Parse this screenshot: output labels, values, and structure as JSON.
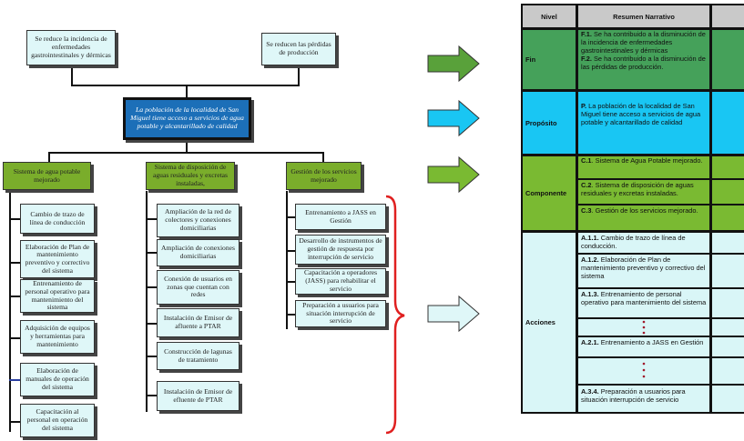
{
  "tree": {
    "ends": [
      "Se reduce la incidencia de enfermedades gastrointestinales y dérmicas",
      "Se reducen las pérdidas de producción"
    ],
    "project": "La población de la localidad de San Miguel tiene acceso a servicios  de agua potable y alcantarillado de calidad",
    "components": [
      "Sistema de agua potable mejorado",
      "Sistema de disposición de aguas residuales y excretas instaladas,",
      "Gestión de los servicios mejorado"
    ],
    "actions": {
      "c1": [
        "Cambio de trazo de línea de conducción",
        "Elaboración de Plan de mantenimiento preventivo y correctivo del sistema",
        "Entrenamiento de personal operativo para mantenimiento del sistema",
        "Adquisición de equipos y herramientas para mantenimiento",
        "Elaboración de manuales de operación del sistema",
        "Capacitación al personal en operación del sistema"
      ],
      "c2": [
        "Ampliación de la red de colectores y conexiones domiciliarias",
        "Ampliación de conexiones domiciliarias",
        "Conexión de usuarios en zonas que cuentan con redes",
        "Instalación de Emisor de afluente a PTAR",
        "Construcción de lagunas de tratamiento",
        "Instalación de Emisor de efluente de PTAR"
      ],
      "c3": [
        "Entrenamiento a JASS en Gestión",
        "Desarrollo de instrumentos de gestión de respuesta por interrupción de servicio",
        "Capacitación a operadores (JASS) para rehabilitar el servicio",
        "Preparación a usuarios para situación interrupción de servicio"
      ]
    }
  },
  "matrix": {
    "headers": [
      "Nivel",
      "Resumen Narrativo",
      ""
    ],
    "rows": [
      {
        "level": "Fin",
        "color": "#45a15a",
        "entries": [
          {
            "code": "F.1.",
            "text": "Se ha contribuido a la disminución de la incidencia de enfermedades gastrointestinales y dérmicas"
          },
          {
            "code": "F.2.",
            "text": "Se ha contribuido a la disminución de las pérdidas de producción."
          }
        ]
      },
      {
        "level": "Propósito",
        "color": "#19c6f3",
        "entries": [
          {
            "code": "P.",
            "text": "La población de la localidad de San Miguel tiene acceso a servicios  de agua potable y alcantarillado de calidad"
          }
        ]
      },
      {
        "level": "Componente",
        "color": "#7aba32",
        "entries": [
          {
            "code": "C.1",
            "text": ".  Sistema de Agua Potable mejorado."
          },
          {
            "code": "C.2",
            "text": ".  Sistema de disposición de aguas residuales y excretas instaladas."
          },
          {
            "code": "C.3",
            "text": ".  Gestión de los servicios mejorado."
          }
        ]
      },
      {
        "level": "Acciones",
        "color": "#d9f6f7",
        "entries": [
          {
            "code": "A.1.1.",
            "text": " Cambio de trazo de línea de conducción."
          },
          {
            "code": "A.1.2.",
            "text": " Elaboración de Plan de mantenimiento preventivo y correctivo del sistema"
          },
          {
            "code": "A.1.3.",
            "text": " Entrenamiento de personal operativo para mantenimiento del sistema"
          },
          {
            "code": "",
            "text": ""
          },
          {
            "code": "A.2.1.",
            "text": " Entrenamiento a JASS en Gestión"
          },
          {
            "code": "",
            "text": ""
          },
          {
            "code": "A.3.4.",
            "text": " Preparación a usuarios para situación interrupción de servicio"
          }
        ]
      }
    ]
  },
  "colors": {
    "arrow_fin": "#59a13a",
    "arrow_proposito": "#19c6f3",
    "arrow_componente": "#7aba32",
    "arrow_acciones": "#dff7f8",
    "brace": "#e02020",
    "dots": "#a0182a"
  }
}
